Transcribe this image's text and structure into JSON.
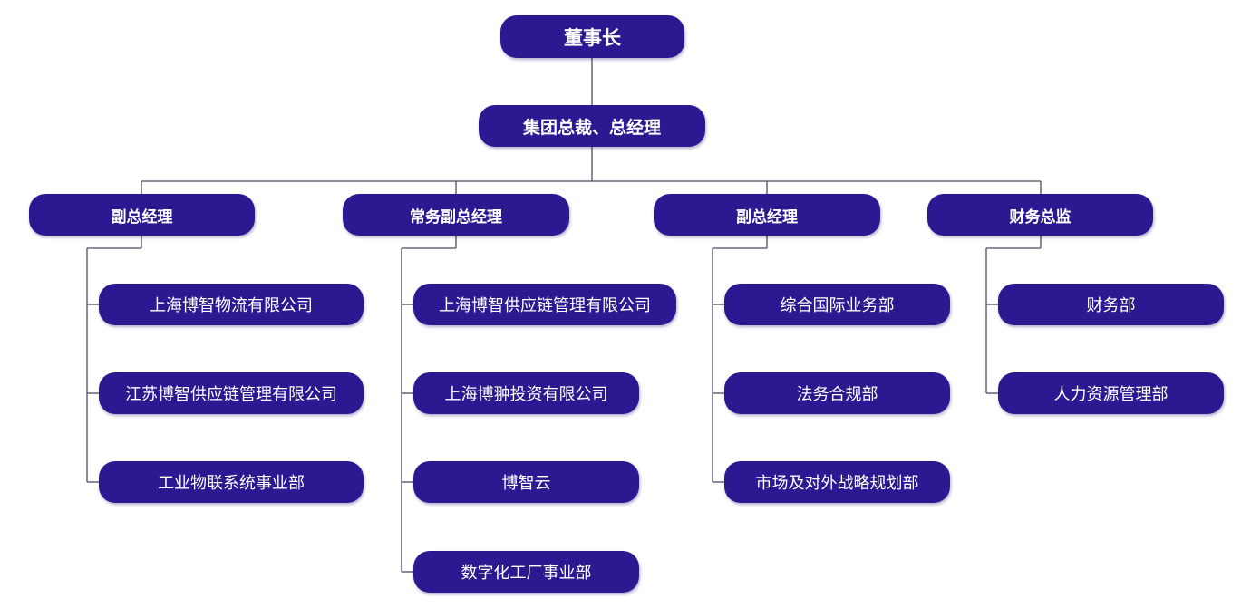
{
  "chart": {
    "root": "董事长",
    "ceo": "集团总裁、总经理",
    "branches": [
      {
        "title": "副总经理",
        "units": [
          "上海博智物流有限公司",
          "江苏博智供应链管理有限公司",
          "工业物联系统事业部"
        ]
      },
      {
        "title": "常务副总经理",
        "units": [
          "上海博智供应链管理有限公司",
          "上海博翀投资有限公司",
          "博智云",
          "数字化工厂事业部"
        ]
      },
      {
        "title": "副总经理",
        "units": [
          "综合国际业务部",
          "法务合规部",
          "市场及对外战略规划部"
        ]
      },
      {
        "title": "财务总监",
        "units": [
          "财务部",
          "人力资源管理部"
        ]
      }
    ]
  },
  "colors": {
    "node_fill": "#2c1890",
    "node_text": "#ffffff",
    "connector": "#4a4a64"
  }
}
